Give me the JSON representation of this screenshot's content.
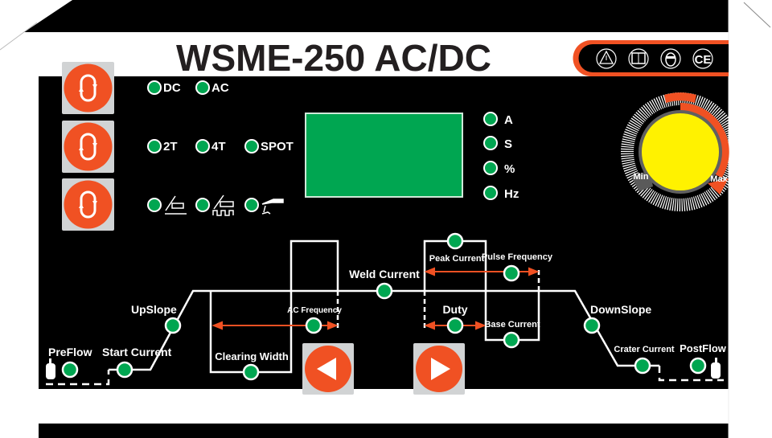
{
  "title": "WSME-250 AC/DC",
  "safety_icons": [
    "warning-icon",
    "manual-icon",
    "face-shield-icon",
    "ce-mark-icon"
  ],
  "colors": {
    "panel": "#000000",
    "accent": "#f05123",
    "led": "#00a651",
    "display": "#00a651",
    "knob": "#fff200",
    "button_bg": "#d1d3d4"
  },
  "mode_buttons": [
    "cycle-button-1",
    "cycle-button-2",
    "cycle-button-3"
  ],
  "indicators": {
    "current_type": [
      "DC",
      "AC"
    ],
    "trigger_mode": [
      "2T",
      "4T",
      "SPOT"
    ],
    "process": [
      "stick-weld-icon",
      "pulse-tig-icon",
      "tig-torch-icon"
    ]
  },
  "units": [
    "A",
    "S",
    "%",
    "Hz"
  ],
  "knob": {
    "min_label": "Min",
    "max_label": "Max"
  },
  "waveform": {
    "preflow": "PreFlow",
    "start_current": "Start Current",
    "upslope": "UpSlope",
    "clearing_width": "Clearing Width",
    "ac_frequency": "AC Frequency",
    "weld_current": "Weld Current",
    "peak_current": "Peak Current",
    "pulse_frequency": "Pulse Frequency",
    "duty": "Duty",
    "base_current": "Base Current",
    "downslope": "DownSlope",
    "crater_current": "Crater Current",
    "postflow": "PostFlow"
  },
  "nav": {
    "prev": "left-arrow-icon",
    "next": "right-arrow-icon"
  }
}
